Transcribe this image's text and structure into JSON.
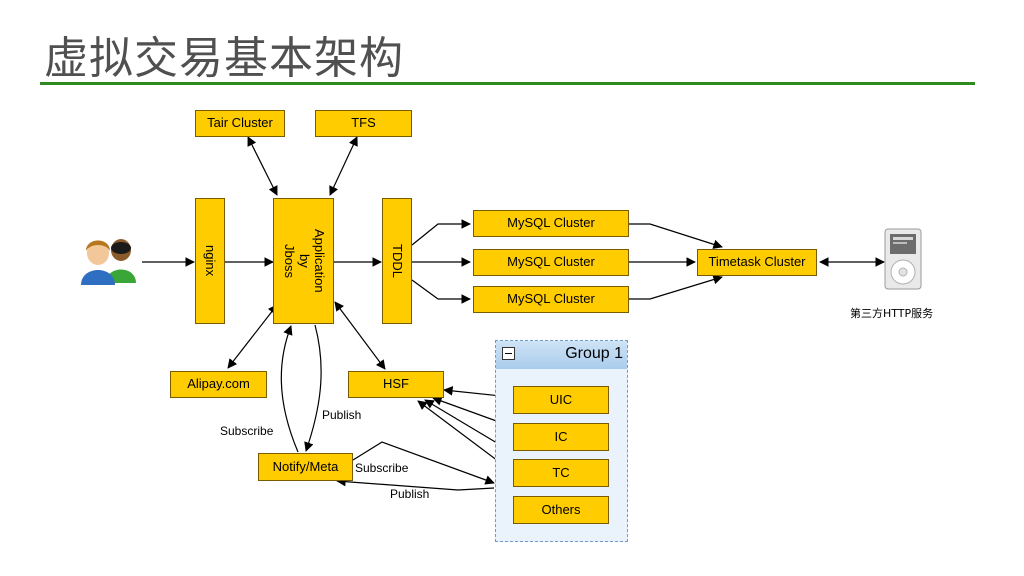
{
  "slide": {
    "title": "虚拟交易基本架构"
  },
  "nodes": {
    "tair": "Tair Cluster",
    "tfs": "TFS",
    "nginx": "nginx",
    "app": "Application\nby\nJboss",
    "tddl": "TDDL",
    "mysql": [
      "MySQL Cluster",
      "MySQL Cluster",
      "MySQL Cluster"
    ],
    "timetask": "Timetask Cluster",
    "alipay": "Alipay.com",
    "hsf": "HSF",
    "notify": "Notify/Meta"
  },
  "group": {
    "label": "Group 1",
    "items": [
      "UIC",
      "IC",
      "TC",
      "Others"
    ]
  },
  "edge_labels": {
    "publish_app": "Publish",
    "subscribe_app": "Subscribe",
    "subscribe_group": "Subscribe",
    "publish_group": "Publish"
  },
  "third_party": {
    "caption": "第三方HTTP服务"
  },
  "icons": {
    "users": "users-icon",
    "ipod": "ipod-device-icon"
  }
}
